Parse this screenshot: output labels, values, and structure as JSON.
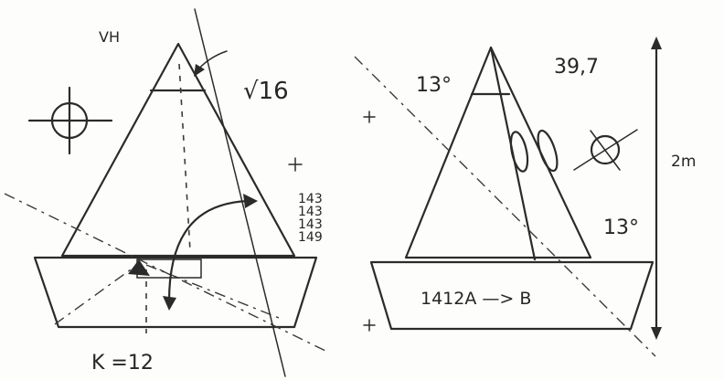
{
  "left_figure": {
    "label_top": "VH",
    "label_root": "√16",
    "numbers": [
      "143",
      "143",
      "143",
      "149"
    ],
    "label_bottom": "K =12"
  },
  "right_figure": {
    "label_value": "39,7",
    "angle_top": "13°",
    "angle_right": "13°",
    "label_height": "2m",
    "label_base": "1412A —> B"
  },
  "icons": [
    "crosshair-circle-icon",
    "crossed-circle-icon",
    "plus-mark-icon"
  ]
}
